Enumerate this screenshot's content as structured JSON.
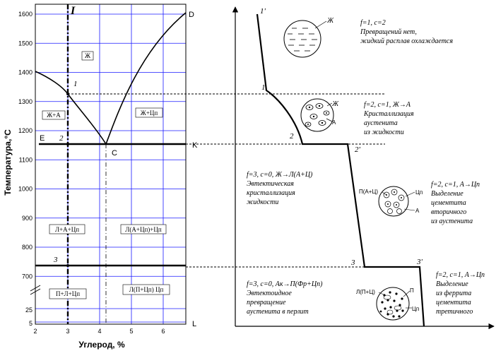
{
  "left": {
    "y_axis_title": "Температура,°С",
    "x_axis_title": "Углерод, %",
    "y_ticks": [
      {
        "label": "1600",
        "v": 1600
      },
      {
        "label": "1500",
        "v": 1500
      },
      {
        "label": "1400",
        "v": 1400
      },
      {
        "label": "1300",
        "v": 1300
      },
      {
        "label": "1200",
        "v": 1200
      },
      {
        "label": "1100",
        "v": 1100
      },
      {
        "label": "1000",
        "v": 1000
      },
      {
        "label": "900",
        "v": 900
      },
      {
        "label": "800",
        "v": 800
      },
      {
        "label": "700",
        "v": 700
      }
    ],
    "y_ticks_low": [
      "25",
      "5"
    ],
    "x_ticks": [
      "2",
      "3",
      "4",
      "5",
      "6"
    ],
    "roman_I": "I",
    "points": {
      "D": "D",
      "E": "E",
      "C": "C",
      "K": "K",
      "L": "L",
      "p1": "1",
      "p2": "2",
      "p3": "3"
    },
    "regions": {
      "liquid": "Ж",
      "liq_austenite": "Ж+А",
      "liq_cementite": "Ж+Цп",
      "ledeburite_hypo": "Л+А+Цп",
      "ledeburite_hyper": "Л(А+Цп)+Цп",
      "ledeburite_low_hyper": "Л(П+Цп)  Цп",
      "ledeburite_low_hypo": "П+Л+Цп"
    }
  },
  "right": {
    "points": {
      "p1p": "1'",
      "p1": "1",
      "p2": "2",
      "p2p": "2'",
      "p3": "3",
      "p3p": "3'"
    },
    "notes": [
      {
        "lines": [
          "f=1, c=2",
          "Превращений нет,",
          "жидкий расплав охлаждается"
        ]
      },
      {
        "lines": [
          "f=2, c=1, Ж→А",
          "Кристаллизация",
          "аустенита",
          "из жидкости"
        ]
      },
      {
        "lines": [
          "f=3, c=0, Ж→Л(А+Ц)",
          "Эвтектическая",
          "кристаллизация",
          "жидкости"
        ]
      },
      {
        "lines": [
          "f=2, c=1, А→Цп",
          "Выделение",
          "цементита",
          "вторичного",
          "из аустенита"
        ]
      },
      {
        "lines": [
          "f=3, c=0, Ак→П(Фр+Цп)",
          "Эвтектоидное",
          "превращение",
          "аустенита в перлит"
        ]
      },
      {
        "lines": [
          "f=2, c=1, А→Цп",
          "Выделение",
          "из феррита",
          "цементита",
          "третичного"
        ]
      }
    ],
    "micro": {
      "m1": {
        "labels": [
          "Ж"
        ]
      },
      "m2": {
        "labels": [
          "Ж",
          "А"
        ]
      },
      "m3": {
        "labels": [
          "П(А+Ц)",
          "Цп",
          "А"
        ]
      },
      "m4": {
        "labels": [
          "Л(П+Ц)",
          "П",
          "Цп"
        ]
      }
    }
  }
}
